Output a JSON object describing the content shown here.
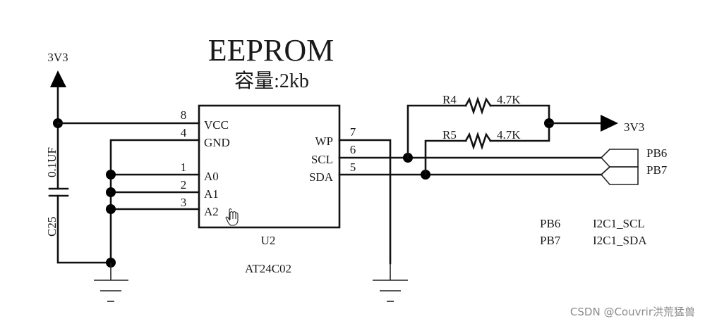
{
  "title": "EEPROM",
  "subtitle": "容量:2kb",
  "power_top_left": "3V3",
  "power_right": "3V3",
  "capacitor": {
    "ref": "C25",
    "value": "0.1UF"
  },
  "chip": {
    "ref": "U2",
    "part": "AT24C02",
    "left_pins": [
      {
        "num": "8",
        "name": "VCC"
      },
      {
        "num": "4",
        "name": "GND"
      },
      {
        "num": "1",
        "name": "A0"
      },
      {
        "num": "2",
        "name": "A1"
      },
      {
        "num": "3",
        "name": "A2"
      }
    ],
    "right_pins": [
      {
        "num": "7",
        "name": "WP"
      },
      {
        "num": "6",
        "name": "SCL"
      },
      {
        "num": "5",
        "name": "SDA"
      }
    ]
  },
  "resistors": [
    {
      "ref": "R4",
      "value": "4.7K"
    },
    {
      "ref": "R5",
      "value": "4.7K"
    }
  ],
  "ports": [
    "PB6",
    "PB7"
  ],
  "pin_map": [
    {
      "pin": "PB6",
      "function": "I2C1_SCL"
    },
    {
      "pin": "PB7",
      "function": "I2C1_SDA"
    }
  ],
  "ground_symbol_label": "_",
  "watermark": "CSDN @Couvrir洪荒猛兽"
}
